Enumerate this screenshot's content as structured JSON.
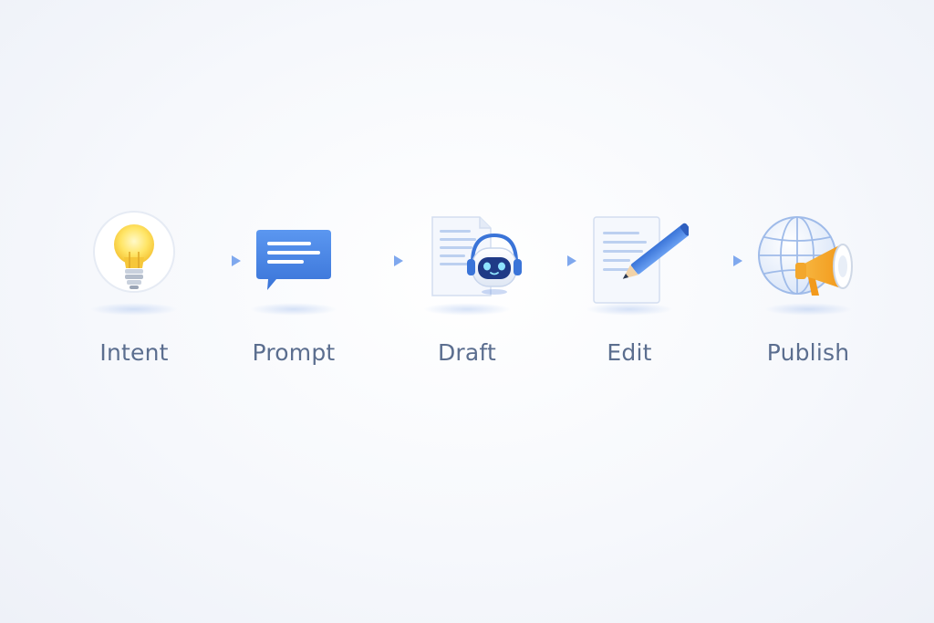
{
  "steps": [
    {
      "label": "Intent",
      "icon": "lightbulb-icon"
    },
    {
      "label": "Prompt",
      "icon": "chat-bubble-icon"
    },
    {
      "label": "Draft",
      "icon": "robot-document-icon"
    },
    {
      "label": "Edit",
      "icon": "document-pencil-icon"
    },
    {
      "label": "Publish",
      "icon": "globe-megaphone-icon"
    }
  ],
  "colors": {
    "label": "#5b6e8f",
    "arrow": "#7fa8ee",
    "accent_blue": "#4a86e8",
    "bulb_yellow": "#ffd84a",
    "megaphone_orange": "#f5a623"
  }
}
